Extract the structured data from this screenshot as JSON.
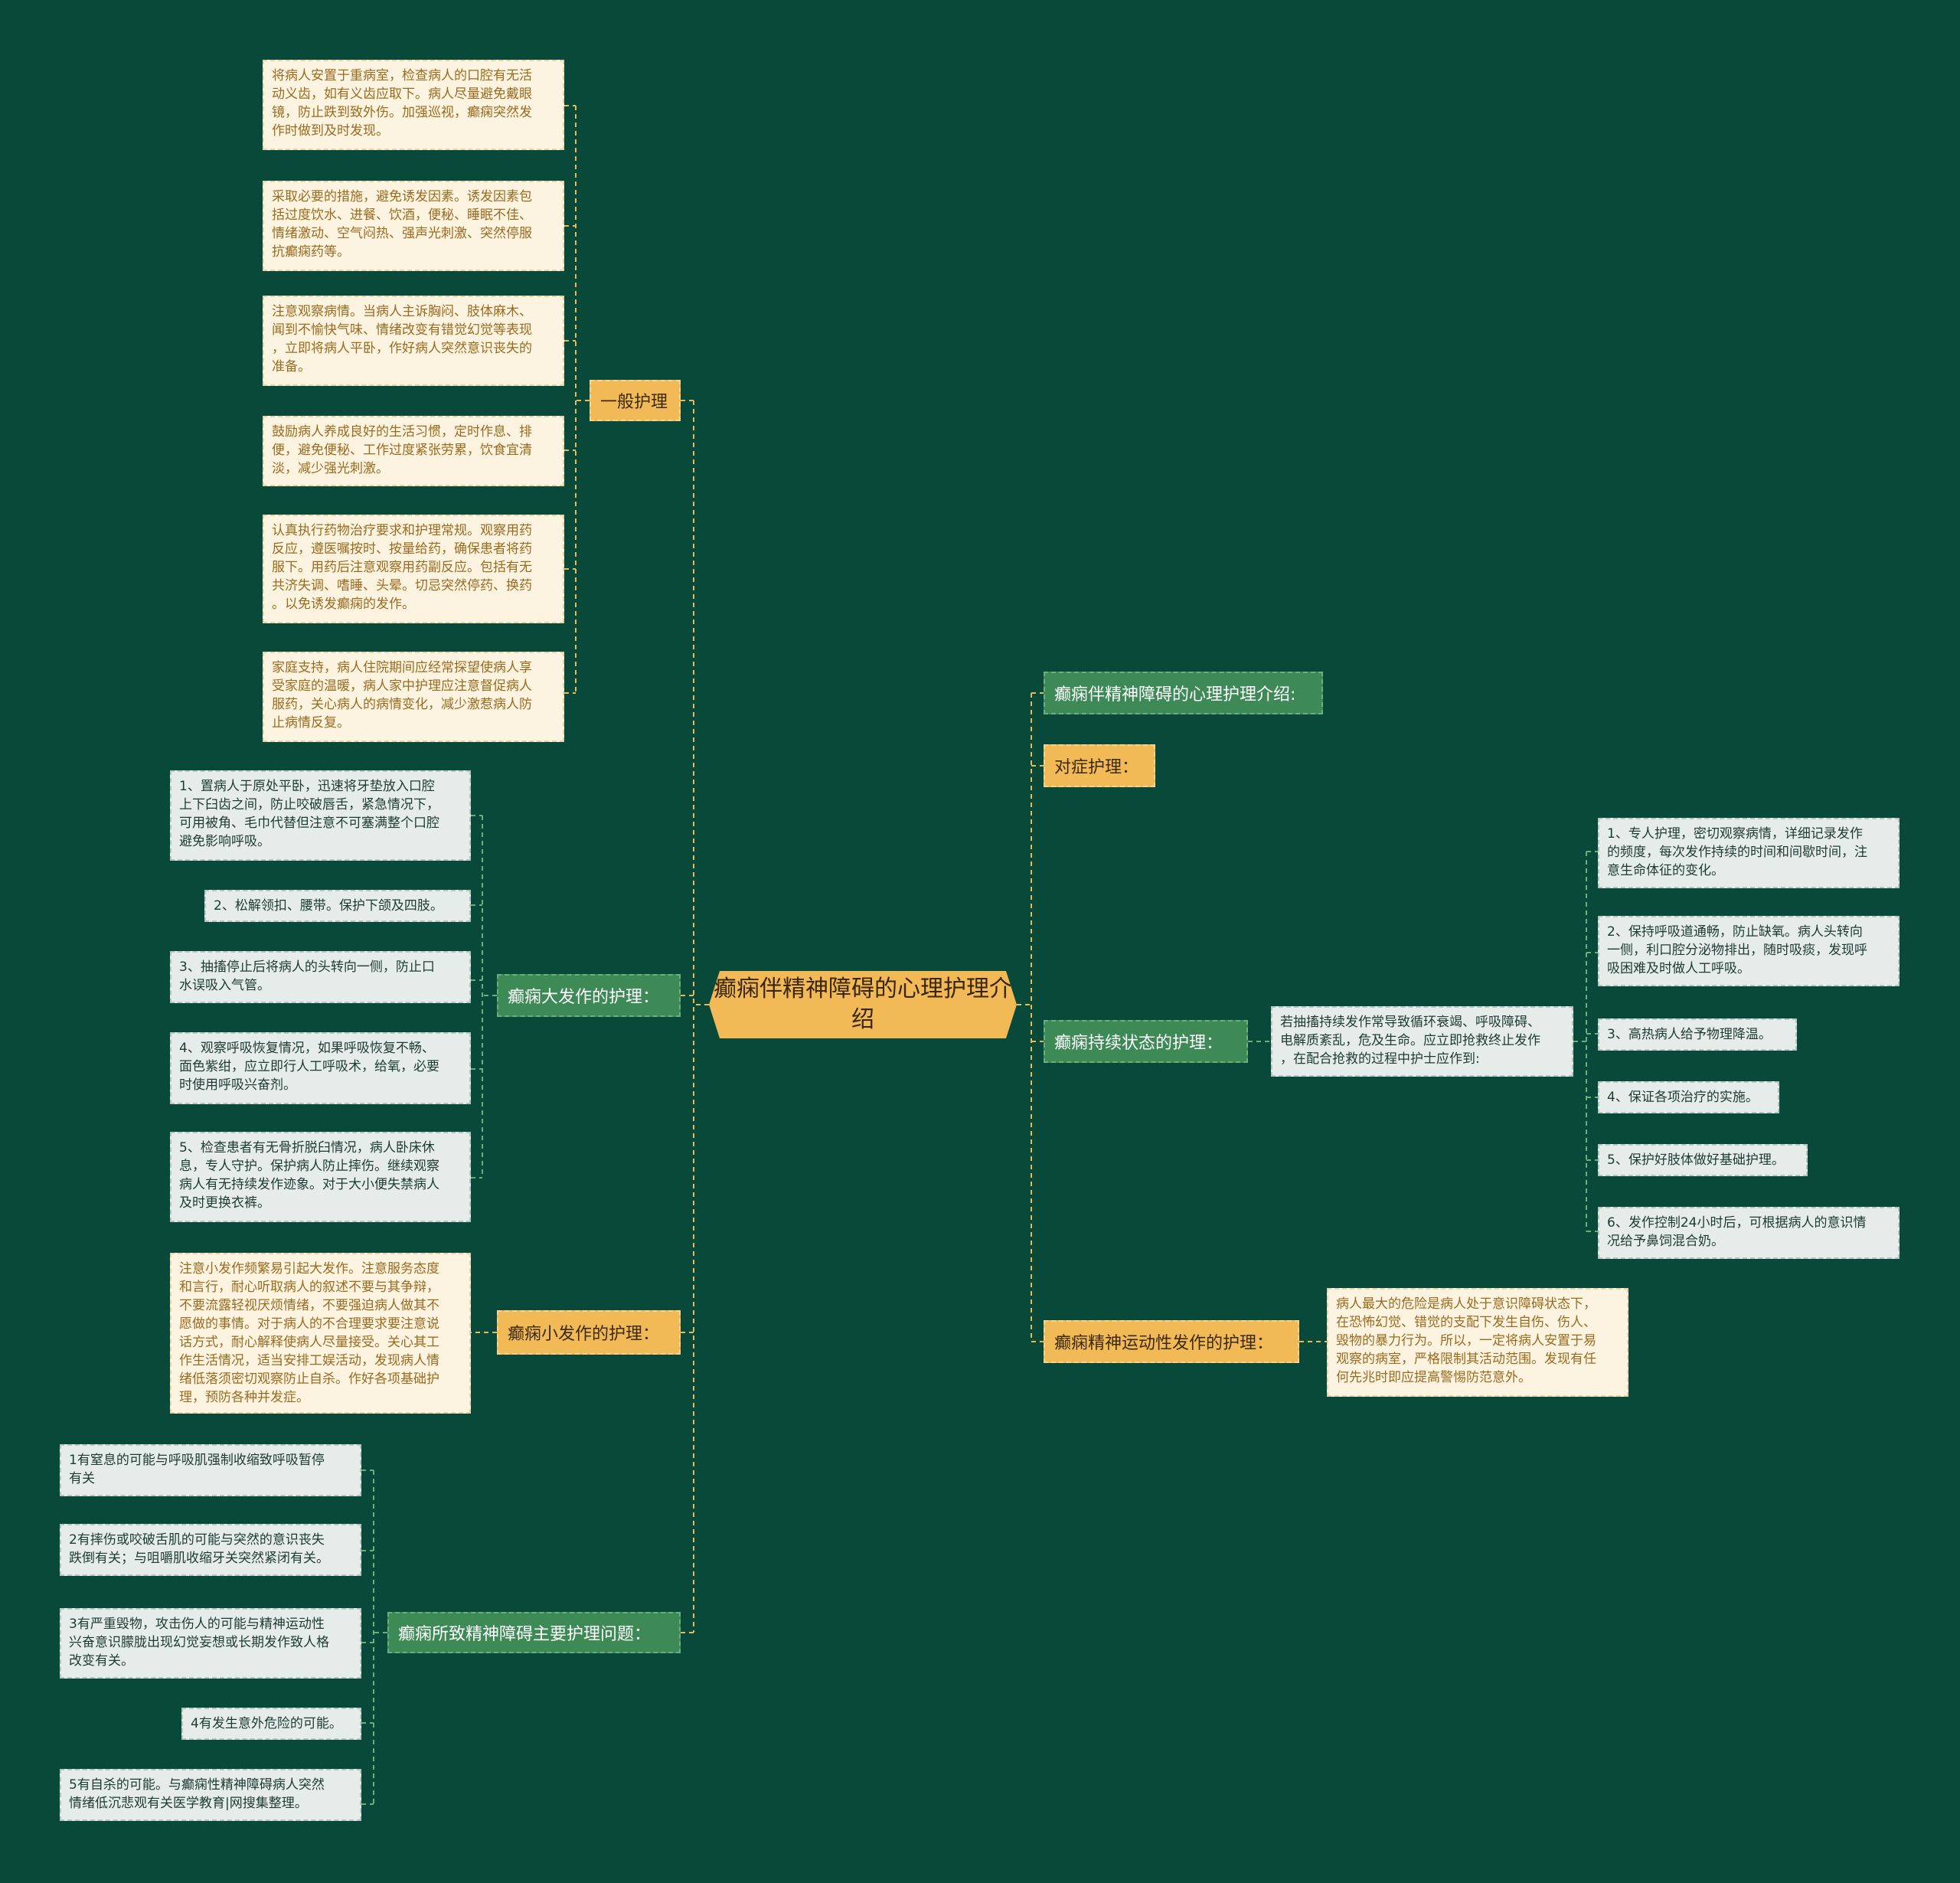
{
  "center": "癫痫伴精神障碍的心理护理介绍",
  "branches": {
    "general": "一般护理",
    "major": "癫痫大发作的护理：",
    "minor": "癫痫小发作的护理：",
    "problems": "癫痫所致精神障碍主要护理问题：",
    "intro": "癫痫伴精神障碍的心理护理介绍:",
    "symptomatic": "对症护理：",
    "status": "癫痫持续状态的护理：",
    "psychomotor": "癫痫精神运动性发作的护理："
  },
  "general_items": [
    "将病人安置于重病室，检查病人的口腔有无活\n动义齿，如有义齿应取下。病人尽量避免戴眼\n镜，防止跌到致外伤。加强巡视，癫痫突然发\n作时做到及时发现。",
    "采取必要的措施，避免诱发因素。诱发因素包\n括过度饮水、进餐、饮酒，便秘、睡眠不佳、\n情绪激动、空气闷热、强声光刺激、突然停服\n抗癫痫药等。",
    "注意观察病情。当病人主诉胸闷、肢体麻木、\n闻到不愉快气味、情绪改变有错觉幻觉等表现\n，立即将病人平卧，作好病人突然意识丧失的\n准备。",
    "鼓励病人养成良好的生活习惯，定时作息、排\n便，避免便秘、工作过度紧张劳累，饮食宜清\n淡，减少强光刺激。",
    "认真执行药物治疗要求和护理常规。观察用药\n反应，遵医嘱按时、按量给药，确保患者将药\n服下。用药后注意观察用药副反应。包括有无\n共济失调、嗜睡、头晕。切忌突然停药、换药\n。以免诱发癫痫的发作。",
    "家庭支持，病人住院期间应经常探望使病人享\n受家庭的温暖，病人家中护理应注意督促病人\n服药，关心病人的病情变化，减少激惹病人防\n止病情反复。"
  ],
  "major_items": [
    "1、置病人于原处平卧，迅速将牙垫放入口腔\n上下臼齿之间，防止咬破唇舌，紧急情况下，\n可用被角、毛巾代替但注意不可塞满整个口腔\n避免影响呼吸。",
    "2、松解领扣、腰带。保护下颌及四肢。",
    "3、抽搐停止后将病人的头转向一侧，防止口\n水误吸入气管。",
    "4、观察呼吸恢复情况，如果呼吸恢复不畅、\n面色紫绀，应立即行人工呼吸术，给氧，必要\n时使用呼吸兴奋剂。",
    "5、检查患者有无骨折脱臼情况，病人卧床休\n息，专人守护。保护病人防止摔伤。继续观察\n病人有无持续发作迹象。对于大小便失禁病人\n及时更换衣裤。"
  ],
  "minor_items": [
    "注意小发作频繁易引起大发作。注意服务态度\n和言行，耐心听取病人的叙述不要与其争辩，\n不要流露轻视厌烦情绪，不要强迫病人做其不\n愿做的事情。对于病人的不合理要求要注意说\n话方式，耐心解释使病人尽量接受。关心其工\n作生活情况，适当安排工娱活动，发现病人情\n绪低落须密切观察防止自杀。作好各项基础护\n理，预防各种并发症。"
  ],
  "problem_items": [
    "1有窒息的可能与呼吸肌强制收缩致呼吸暂停\n有关",
    "2有摔伤或咬破舌肌的可能与突然的意识丧失\n跌倒有关；与咀嚼肌收缩牙关突然紧闭有关。",
    "3有严重毁物，攻击伤人的可能与精神运动性\n兴奋意识朦胧出现幻觉妄想或长期发作致人格\n改变有关。",
    "4有发生意外危险的可能。",
    "5有自杀的可能。与癫痫性精神障碍病人突然\n情绪低沉悲观有关医学教育|网搜集整理。"
  ],
  "status_desc": "若抽搐持续发作常导致循环衰竭、呼吸障碍、\n电解质紊乱，危及生命。应立即抢救终止发作\n，在配合抢救的过程中护士应作到:",
  "status_items": [
    "1、专人护理，密切观察病情，详细记录发作\n的频度，每次发作持续的时间和间歇时间，注\n意生命体征的变化。",
    "2、保持呼吸道通畅，防止缺氧。病人头转向\n一侧，利口腔分泌物排出，随时吸痰，发现呼\n吸困难及时做人工呼吸。",
    "3、高热病人给予物理降温。",
    "4、保证各项治疗的实施。",
    "5、保护好肢体做好基础护理。",
    "6、发作控制24小时后，可根据病人的意识情\n况给予鼻饲混合奶。"
  ],
  "psychomotor_items": [
    "病人最大的危险是病人处于意识障碍状态下，\n在恐怖幻觉、错觉的支配下发生自伤、伤人、\n毁物的暴力行为。所以，一定将病人安置于易\n观察的病室，严格限制其活动范围。发现有任\n何先兆时即应提高警惕防范意外。"
  ],
  "colors": {
    "background": "#08493a",
    "orange": "#f2b957",
    "green": "#3d8a57",
    "cream": "#fdf3e1",
    "pale": "#e6ecea",
    "line": "#e8b95a"
  }
}
